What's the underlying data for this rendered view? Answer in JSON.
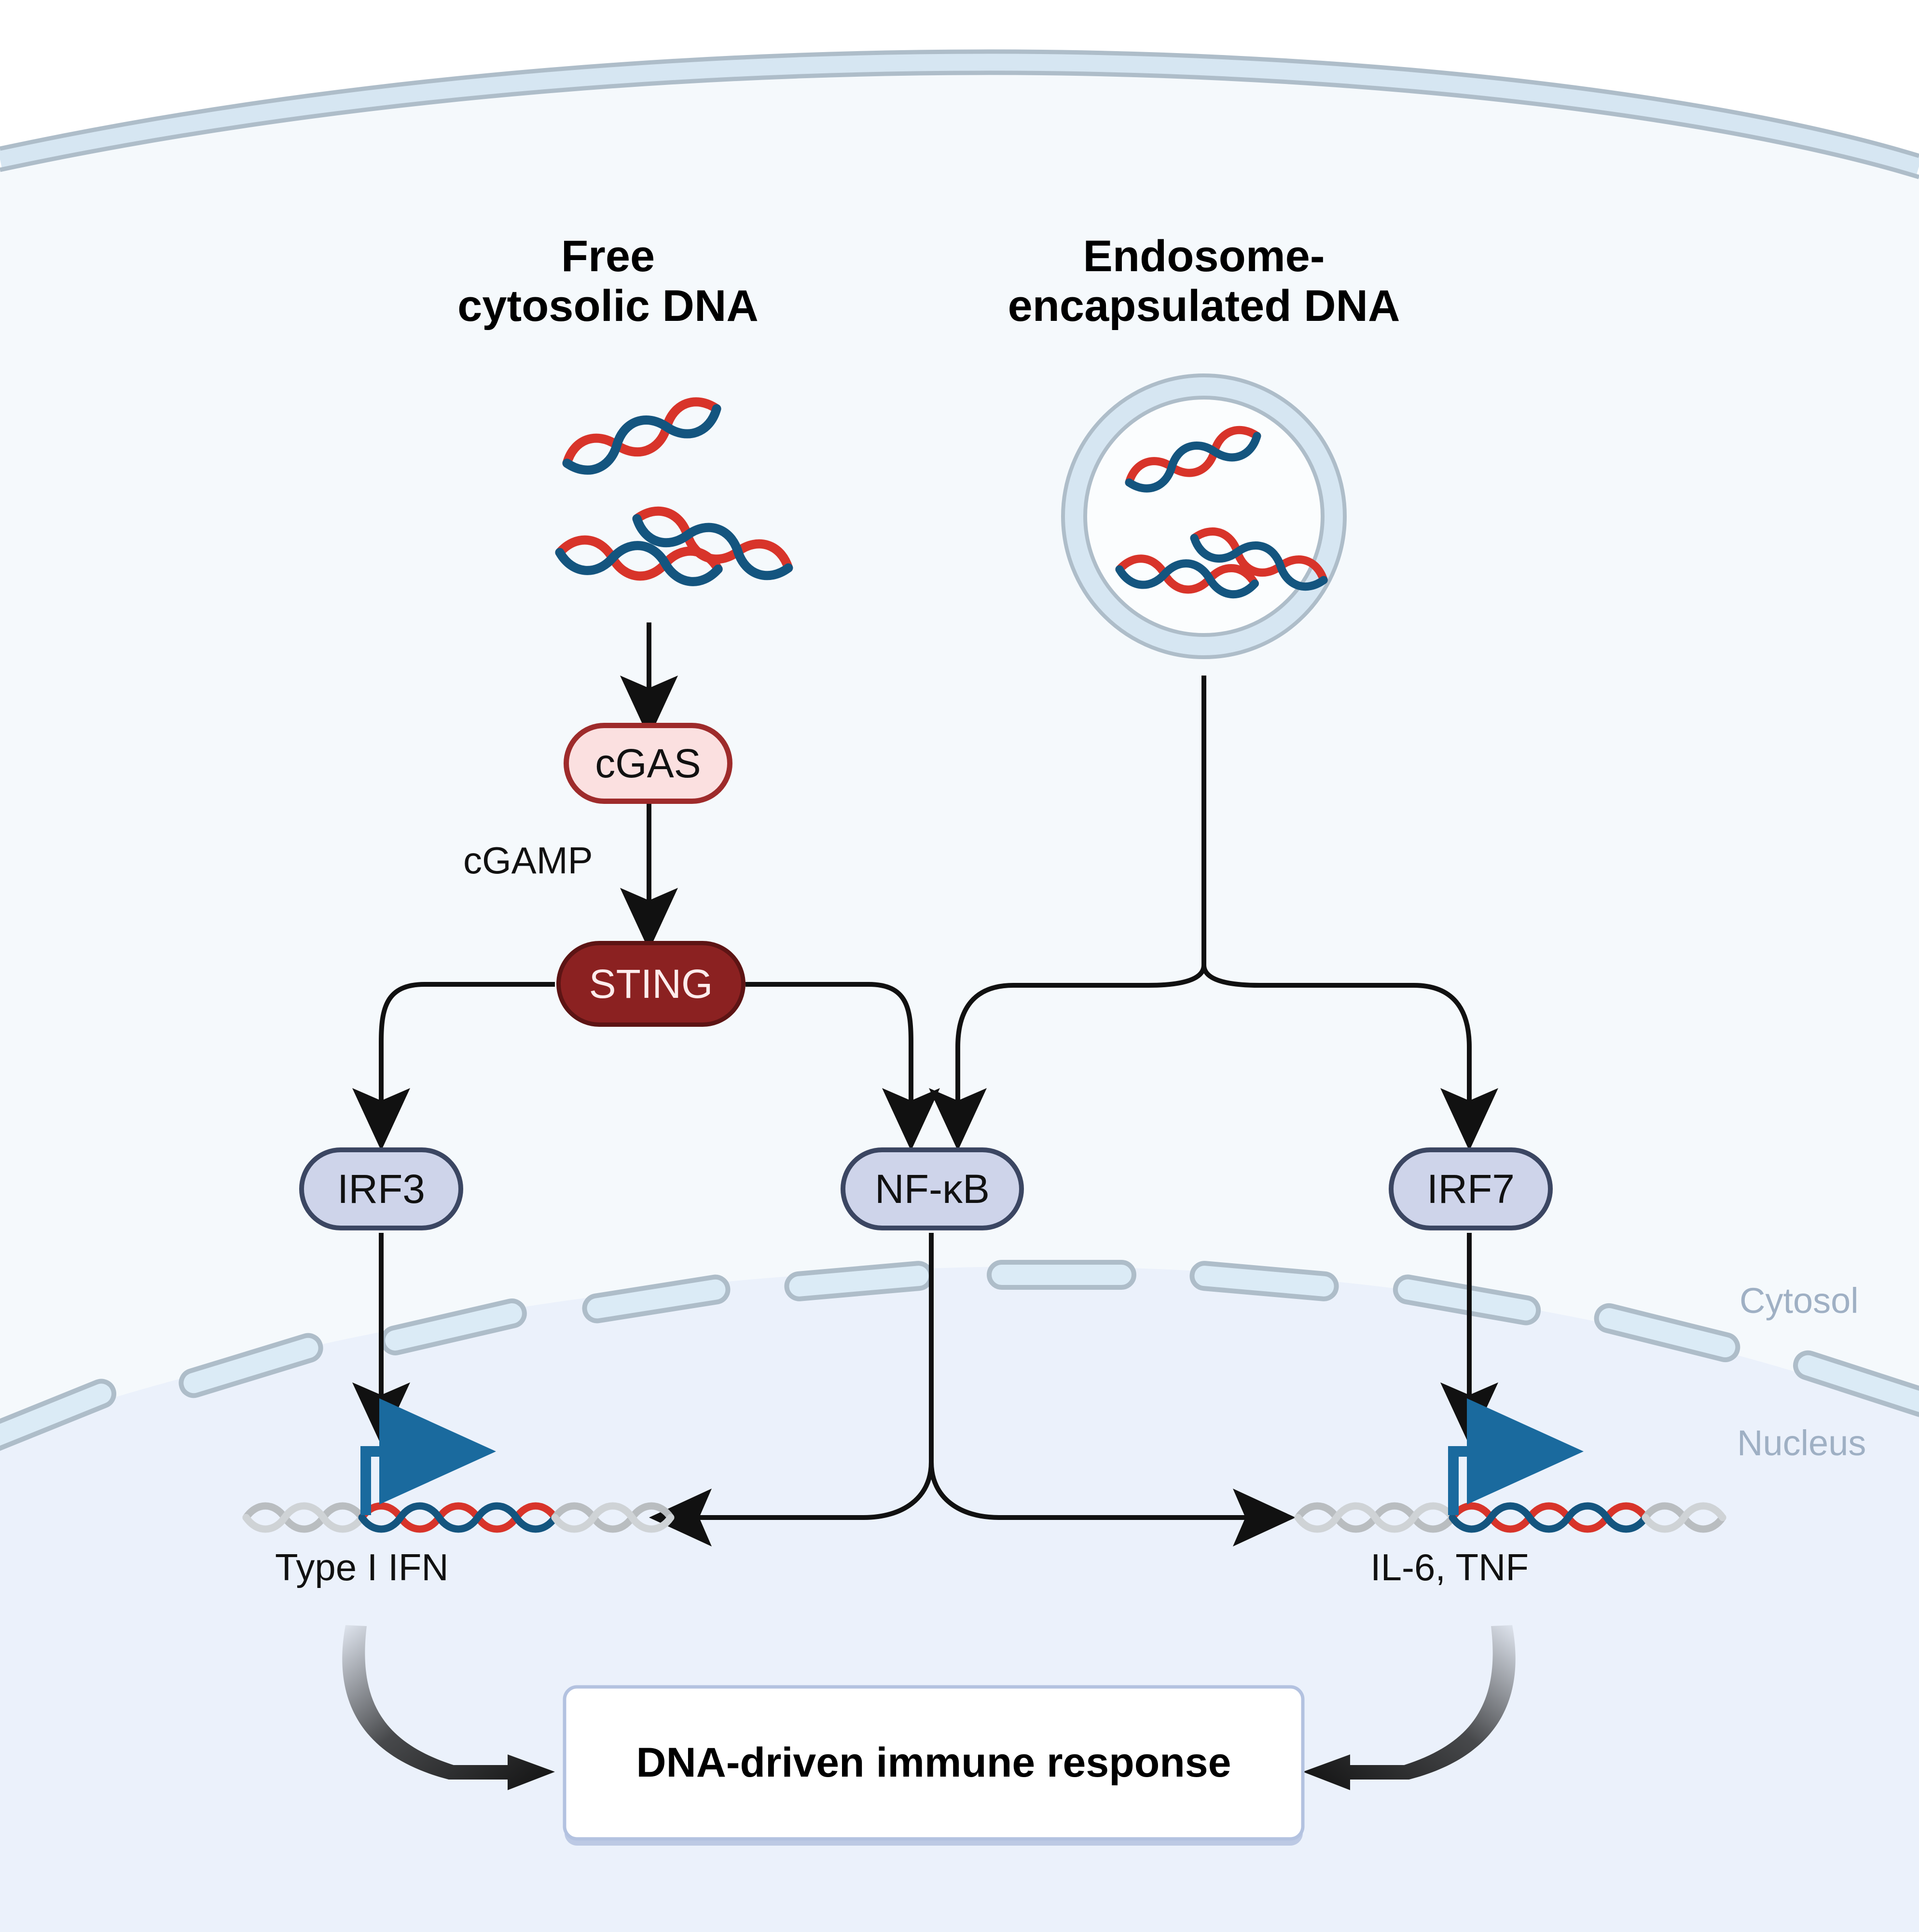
{
  "diagram": {
    "title_free_dna": "Free\ncytosolic DNA",
    "title_endosome_dna": "Endosome-\nencapsulated DNA",
    "nodes": {
      "cgas": "cGAS",
      "sting": "STING",
      "irf3": "IRF3",
      "nfkb": "NF-κB",
      "irf7": "IRF7"
    },
    "edge_labels": {
      "cgamp": "cGAMP"
    },
    "genes": {
      "type1_ifn": "Type I IFN",
      "il6_tnf": "IL-6, TNF"
    },
    "compartments": {
      "cytosol": "Cytosol",
      "nucleus": "Nucleus"
    },
    "outcome": "DNA-driven immune response",
    "colors": {
      "cytosol_fill": "#f5f9fc",
      "nucleus_fill": "#ebf1fb",
      "membrane_fill": "#d6e6f2",
      "membrane_stroke": "#aebdc9",
      "cgas_fill": "#fbe0e0",
      "cgas_stroke": "#9e2b2b",
      "sting_fill": "#8b2121",
      "sting_stroke": "#5d1414",
      "tf_fill": "#ced4ea",
      "tf_stroke": "#3b4662",
      "dna_red": "#d8342a",
      "dna_blue": "#14557f",
      "dna_grey": "#b9bdc0",
      "promoter_blue": "#1a6a9e",
      "arrow_black": "#111111",
      "compartment_text": "#9fb0c4"
    }
  }
}
